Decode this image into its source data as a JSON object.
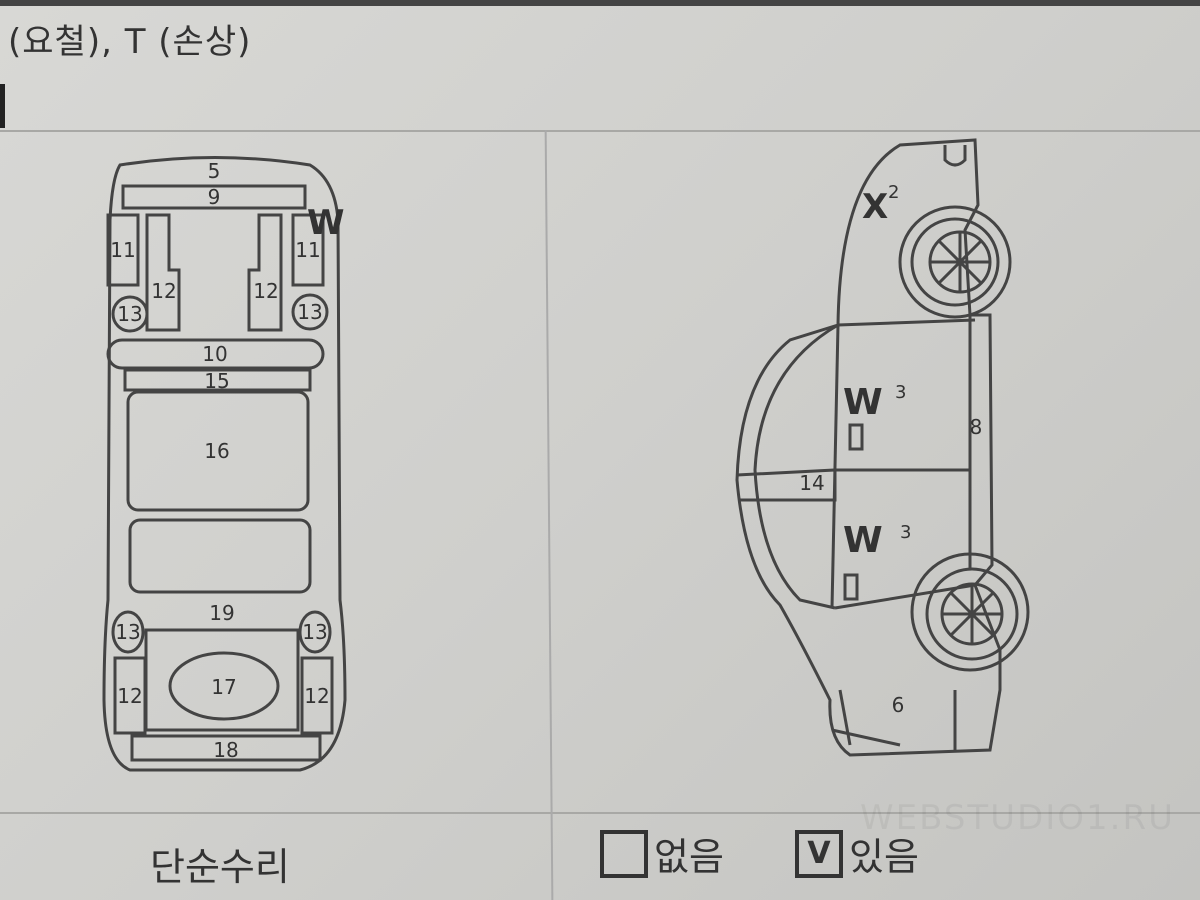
{
  "header": {
    "legend_text": "(요철), T (손상)"
  },
  "bottom_view": {
    "labels": {
      "n5": "5",
      "n9": "9",
      "n11a": "11",
      "n11b": "11",
      "n12a": "12",
      "n12b": "12",
      "n13a": "13",
      "n13b": "13",
      "n10": "10",
      "n15": "15",
      "n16": "16",
      "n19": "19",
      "n13c": "13",
      "n13d": "13",
      "n12c": "12",
      "n12d": "12",
      "n17": "17",
      "n18": "18"
    },
    "marks": {
      "w": "W"
    }
  },
  "side_view": {
    "labels": {
      "n8": "8",
      "n14": "14",
      "n6": "6"
    },
    "marks": {
      "x_mark": "X",
      "x_count": "2",
      "w1": "W",
      "w1_count": "3",
      "w2": "W",
      "w2_count": "3"
    }
  },
  "footer": {
    "title": "단순수리",
    "option_none": {
      "label": "없음",
      "checked": false
    },
    "option_yes": {
      "label": "있음",
      "checked": true,
      "mark": "V"
    }
  },
  "watermark": "WEBSTUDIO1.RU"
}
